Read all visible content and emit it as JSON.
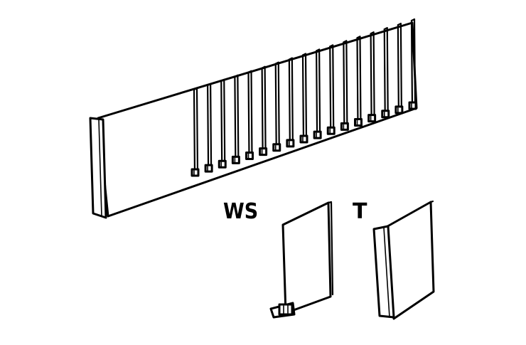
{
  "labels": {
    "ws": "WS",
    "t": "T"
  },
  "divider_count": 17
}
